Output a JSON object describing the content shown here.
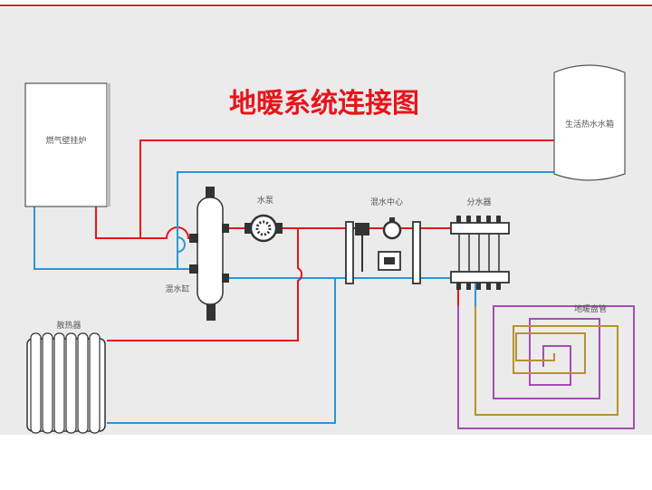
{
  "title": "地暖系统连接图",
  "labels": {
    "boiler": "燃气壁挂炉",
    "water_tank": "生活热水水箱",
    "pump": "水泵",
    "mixing_tank": "混水缸",
    "mixing_center": "混水中心",
    "manifold": "分水器",
    "radiator": "散热器",
    "floor_coil": "地暖盘管"
  },
  "colors": {
    "supply_pipe": "#e8141c",
    "return_pipe": "#2b96d6",
    "coil_outer": "#a34fb3",
    "coil_inner": "#b8912e",
    "background": "#ebebeb",
    "top_rule": "#d4232b"
  }
}
